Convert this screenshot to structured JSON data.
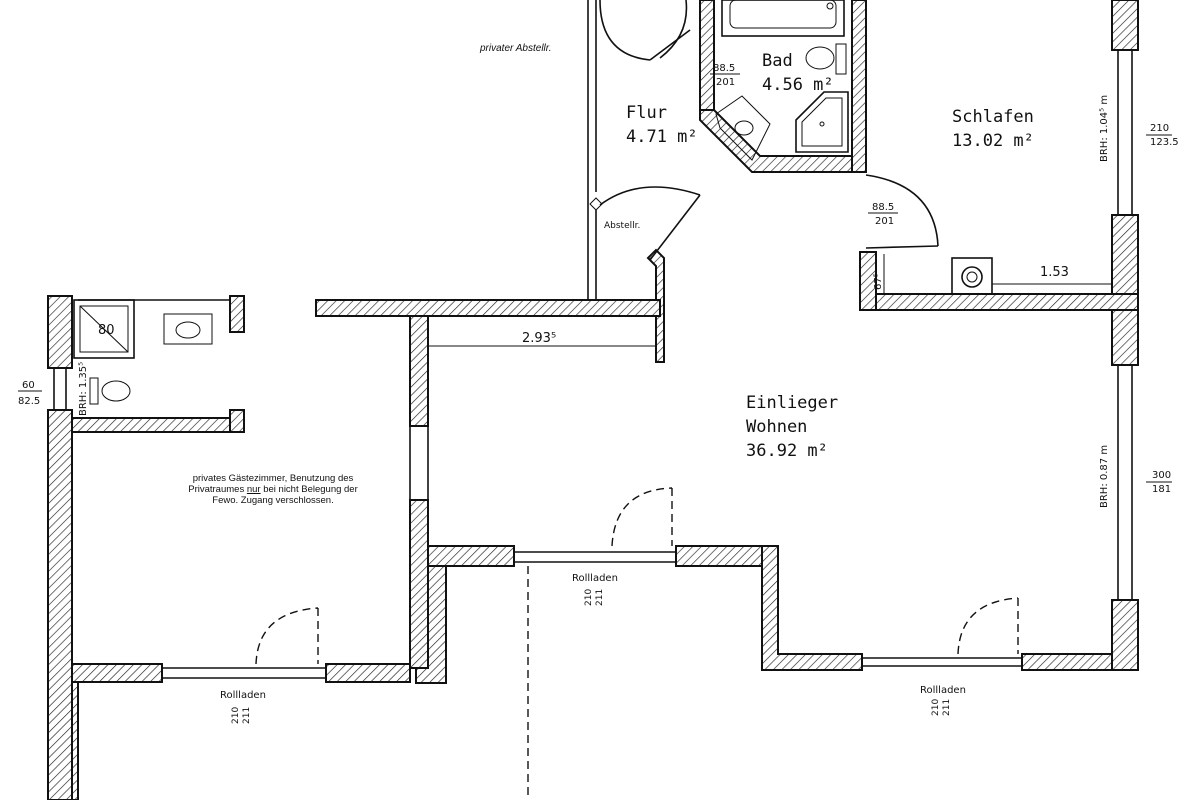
{
  "rooms": {
    "flur": {
      "name": "Flur",
      "area": "4.71 m²"
    },
    "bad": {
      "name": "Bad",
      "area": "4.56 m²"
    },
    "schlafen": {
      "name": "Schlafen",
      "area": "13.02 m²"
    },
    "wohnen": {
      "name_line1": "Einlieger",
      "name_line2": "Wohnen",
      "area": "36.92 m²"
    }
  },
  "labels": {
    "privater_abstellraum": "privater Abstellr.",
    "abstellraum": "Abstellr.",
    "guest_note_before": "privates Gästezimmer, Benutzung des Privatraumes ",
    "guest_note_underlined": "nur",
    "guest_note_after": " bei nicht Belegung der Fewo. Zugang verschlossen.",
    "rollladen_1": "Rollladen",
    "rollladen_2": "Rollladen",
    "rollladen_3": "Rollladen"
  },
  "dimensions": {
    "bad_door_top": "88.5",
    "bad_door_bottom": "201",
    "schlafen_door_top": "88.5",
    "schlafen_door_bottom": "201",
    "schlafen_window_top": "210",
    "schlafen_window_bottom": "123.5",
    "schlafen_brh": "BRH: 1.04⁵ m",
    "wohnen_window_top": "300",
    "wohnen_window_bottom": "181",
    "wohnen_brh": "BRH: 0.87 m",
    "flur_width": "2.93⁵",
    "schlafen_width": "1.53",
    "schlafen_nook": "67⁵",
    "guest_bath_window_top": "60",
    "guest_bath_window_bottom": "82.5",
    "guest_bath_brh": "BRH: 1.35⁵",
    "guest_shower": "80",
    "rollladen_1_top": "210",
    "rollladen_1_bottom": "211",
    "rollladen_2_top": "210",
    "rollladen_2_bottom": "211",
    "rollladen_3_top": "210",
    "rollladen_3_bottom": "211"
  }
}
